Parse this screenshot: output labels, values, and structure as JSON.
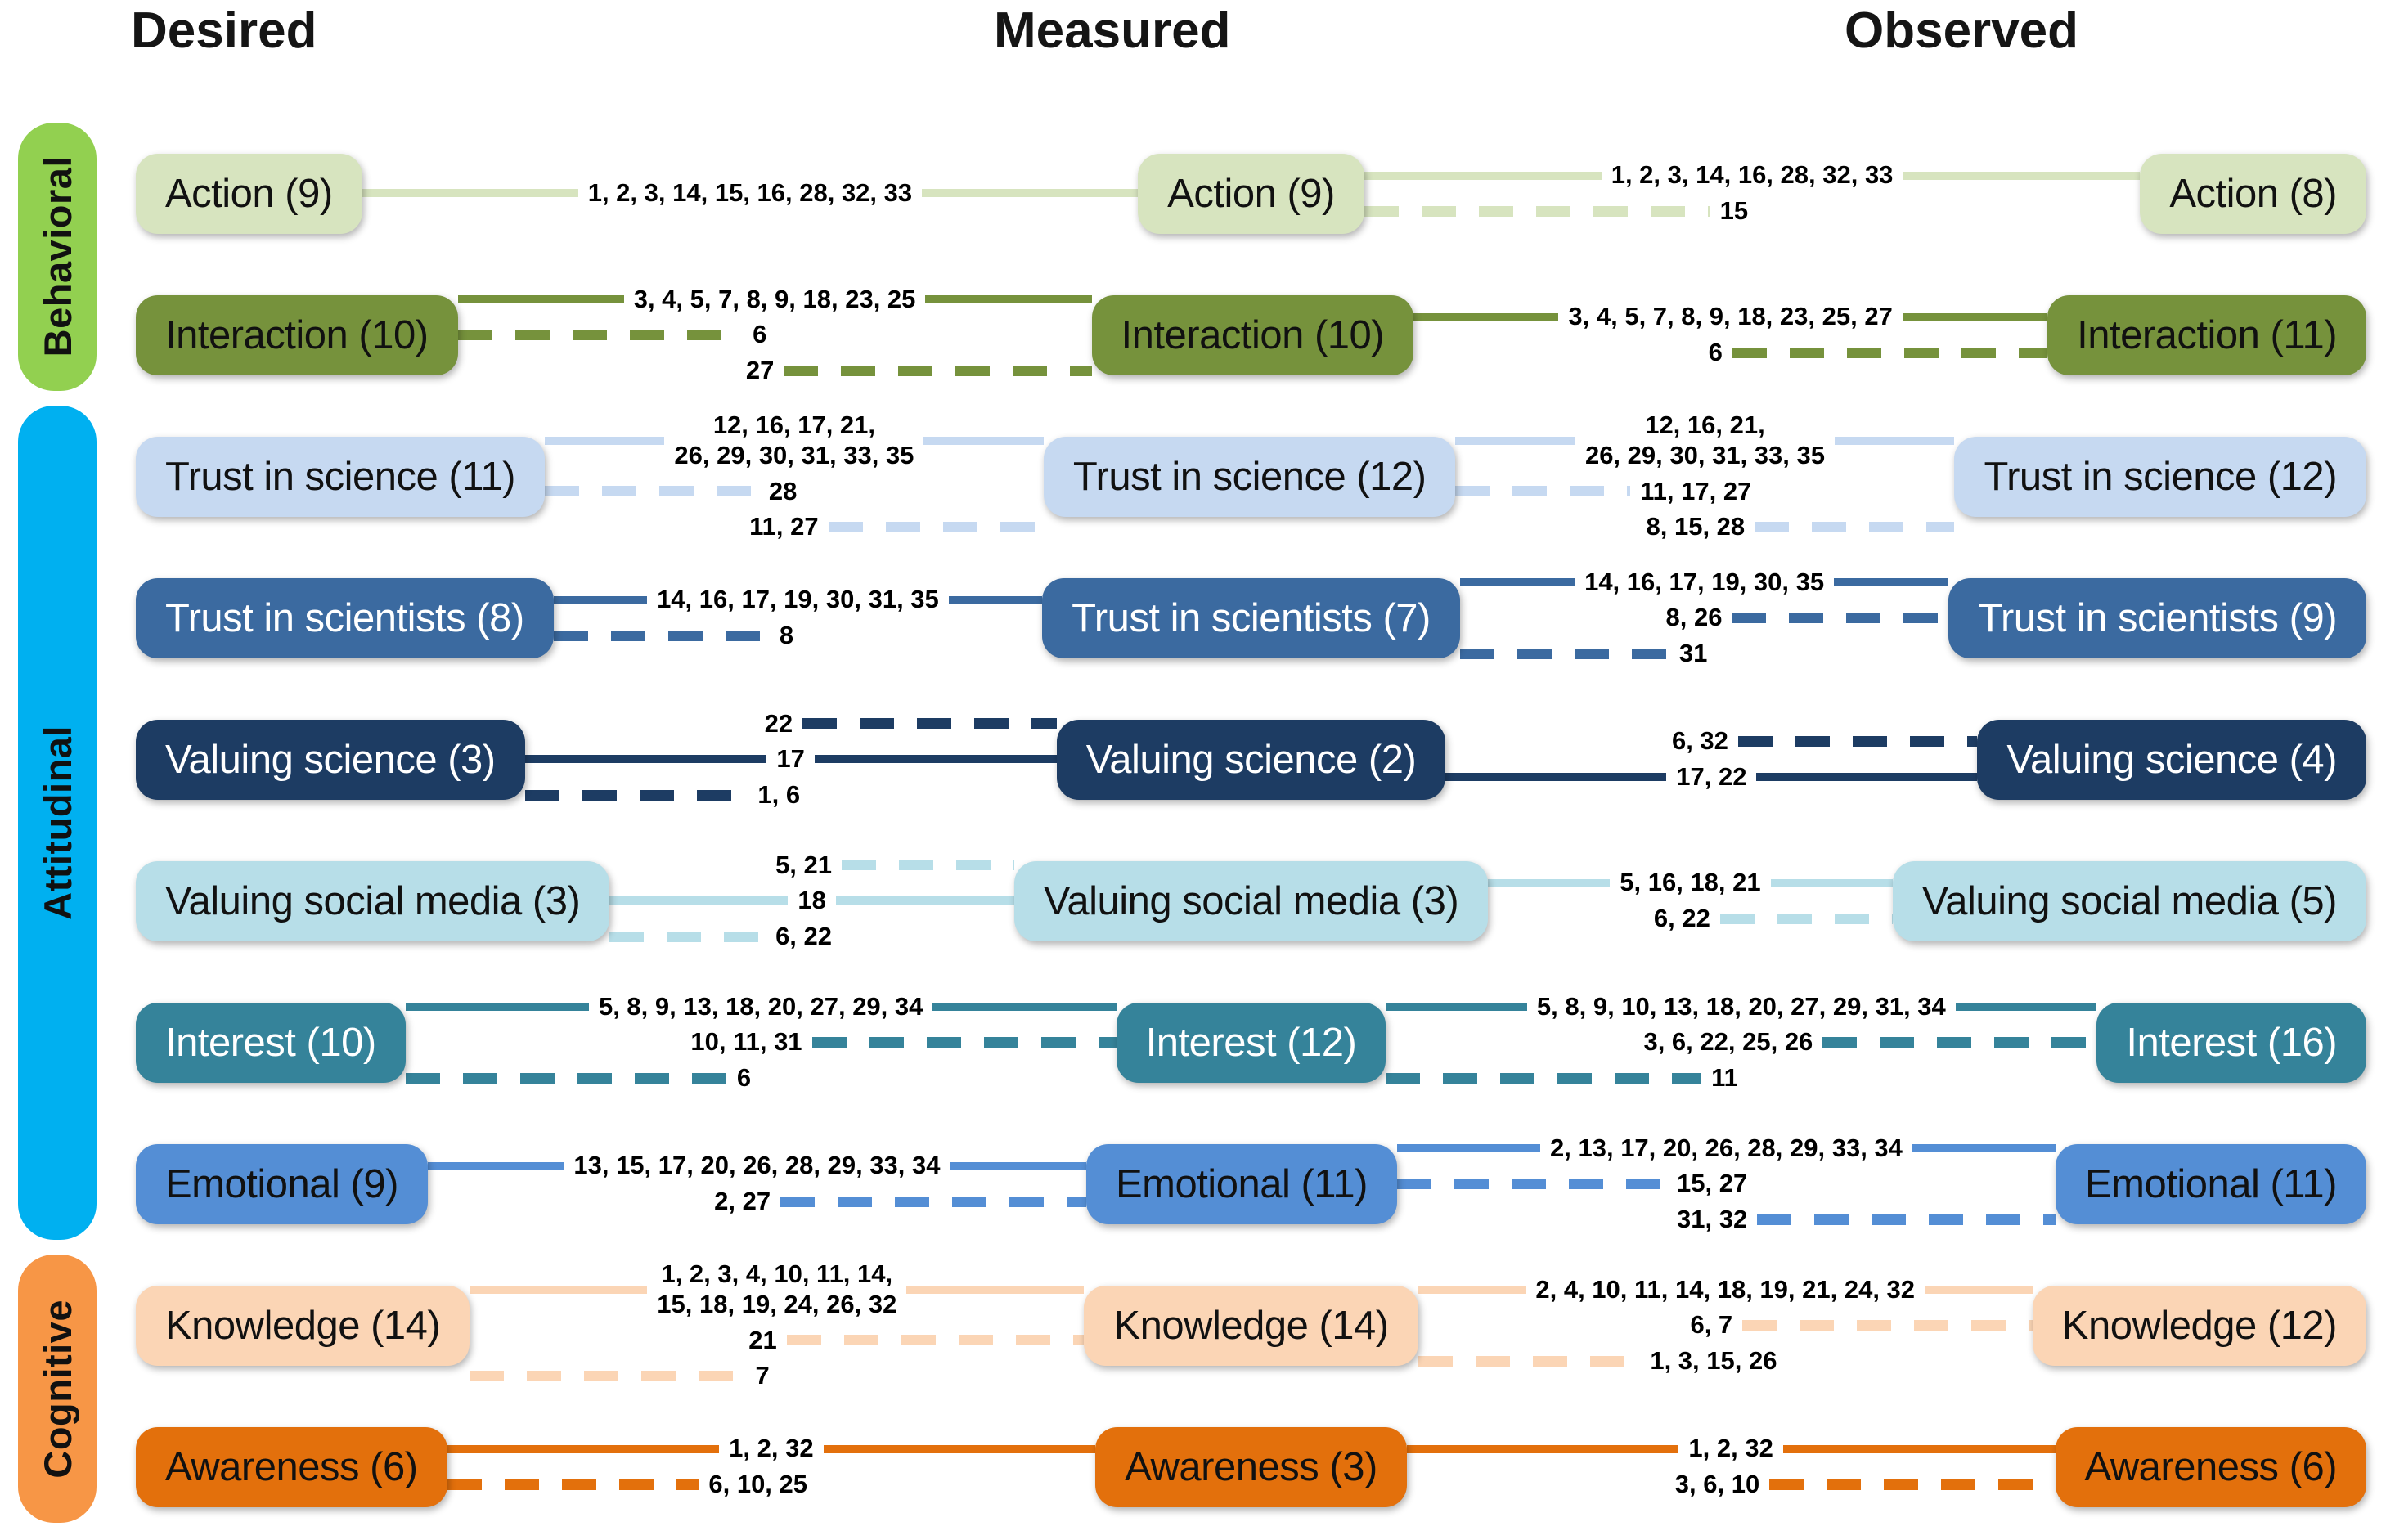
{
  "header": {
    "desired": "Desired",
    "measured": "Measured",
    "observed": "Observed"
  },
  "sidebar": [
    {
      "label": "Behavioral",
      "color": "#92d050",
      "rows": 2
    },
    {
      "label": "Attitudinal",
      "color": "#00b0f0",
      "rows": 6
    },
    {
      "label": "Cognitive",
      "color": "#f79646",
      "rows": 2
    }
  ],
  "rows": [
    {
      "name": "action",
      "color": "#d7e4bf",
      "text_color": "#111111",
      "desired": "Action (9)",
      "measured": "Action (9)",
      "observed": "Action (8)",
      "links_desired_measured": [
        {
          "label": "1, 2, 3, 14, 15, 16, 28, 32, 33",
          "style": "solid",
          "attach": "both"
        }
      ],
      "links_measured_observed": [
        {
          "label": "1, 2, 3, 14, 16, 28, 32, 33",
          "style": "solid",
          "attach": "both"
        },
        {
          "label": "15",
          "style": "dashed",
          "attach": "left"
        }
      ]
    },
    {
      "name": "interaction",
      "color": "#76923c",
      "text_color": "#111111",
      "desired": "Interaction (10)",
      "measured": "Interaction (10)",
      "observed": "Interaction (11)",
      "links_desired_measured": [
        {
          "label": "3, 4, 5, 7, 8, 9, 18, 23, 25",
          "style": "solid",
          "attach": "both"
        },
        {
          "label": "6",
          "style": "dashed",
          "attach": "left"
        },
        {
          "label": "27",
          "style": "dashed",
          "attach": "right"
        }
      ],
      "links_measured_observed": [
        {
          "label": "3, 4, 5, 7, 8, 9, 18, 23, 25, 27",
          "style": "solid",
          "attach": "both"
        },
        {
          "label": "6",
          "style": "dashed",
          "attach": "right"
        }
      ]
    },
    {
      "name": "trust-in-science",
      "color": "#c6d9f1",
      "text_color": "#111111",
      "desired": "Trust in science (11)",
      "measured": "Trust in science (12)",
      "observed": "Trust in science (12)",
      "links_desired_measured": [
        {
          "label": "12, 16, 17, 21,\n26, 29, 30, 31, 33, 35",
          "style": "solid",
          "attach": "both"
        },
        {
          "label": "28",
          "style": "dashed",
          "attach": "left"
        },
        {
          "label": "11, 27",
          "style": "dashed",
          "attach": "right"
        }
      ],
      "links_measured_observed": [
        {
          "label": "12, 16, 21,\n26, 29, 30, 31, 33, 35",
          "style": "solid",
          "attach": "both"
        },
        {
          "label": "11, 17, 27",
          "style": "dashed",
          "attach": "left"
        },
        {
          "label": "8, 15, 28",
          "style": "dashed",
          "attach": "right"
        }
      ]
    },
    {
      "name": "trust-in-scientists",
      "color": "#3b6aa0",
      "text_color": "#ffffff",
      "desired": "Trust in scientists (8)",
      "measured": "Trust in scientists (7)",
      "observed": "Trust in scientists (9)",
      "links_desired_measured": [
        {
          "label": "14, 16, 17, 19, 30, 31, 35",
          "style": "solid",
          "attach": "both"
        },
        {
          "label": "8",
          "style": "dashed",
          "attach": "left"
        }
      ],
      "links_measured_observed": [
        {
          "label": "14, 16, 17, 19, 30, 35",
          "style": "solid",
          "attach": "both"
        },
        {
          "label": "8, 26",
          "style": "dashed",
          "attach": "right"
        },
        {
          "label": "31",
          "style": "dashed",
          "attach": "left"
        }
      ]
    },
    {
      "name": "valuing-science",
      "color": "#1d3c63",
      "text_color": "#ffffff",
      "desired": "Valuing science (3)",
      "measured": "Valuing science (2)",
      "observed": "Valuing science (4)",
      "links_desired_measured": [
        {
          "label": "22",
          "style": "dashed",
          "attach": "right"
        },
        {
          "label": "17",
          "style": "solid",
          "attach": "both"
        },
        {
          "label": "1, 6",
          "style": "dashed",
          "attach": "left"
        }
      ],
      "links_measured_observed": [
        {
          "label": "6, 32",
          "style": "dashed",
          "attach": "right"
        },
        {
          "label": "17, 22",
          "style": "solid",
          "attach": "both"
        }
      ]
    },
    {
      "name": "valuing-social-media",
      "color": "#b7dee8",
      "text_color": "#111111",
      "desired": "Valuing social media (3)",
      "measured": "Valuing social media (3)",
      "observed": "Valuing social media (5)",
      "links_desired_measured": [
        {
          "label": "5, 21",
          "style": "dashed",
          "attach": "right"
        },
        {
          "label": "18",
          "style": "solid",
          "attach": "both"
        },
        {
          "label": "6, 22",
          "style": "dashed",
          "attach": "left"
        }
      ],
      "links_measured_observed": [
        {
          "label": "5, 16, 18, 21",
          "style": "solid",
          "attach": "both"
        },
        {
          "label": "6, 22",
          "style": "dashed",
          "attach": "right"
        }
      ]
    },
    {
      "name": "interest",
      "color": "#35839a",
      "text_color": "#ffffff",
      "desired": "Interest (10)",
      "measured": "Interest (12)",
      "observed": "Interest (16)",
      "links_desired_measured": [
        {
          "label": "5, 8, 9, 13, 18, 20, 27, 29, 34",
          "style": "solid",
          "attach": "both"
        },
        {
          "label": "10, 11, 31",
          "style": "dashed",
          "attach": "right"
        },
        {
          "label": "6",
          "style": "dashed",
          "attach": "left"
        }
      ],
      "links_measured_observed": [
        {
          "label": "5, 8, 9, 10, 13, 18, 20, 27, 29, 31, 34",
          "style": "solid",
          "attach": "both"
        },
        {
          "label": "3, 6, 22, 25, 26",
          "style": "dashed",
          "attach": "right"
        },
        {
          "label": "11",
          "style": "dashed",
          "attach": "left"
        }
      ]
    },
    {
      "name": "emotional",
      "color": "#548ed5",
      "text_color": "#111111",
      "desired": "Emotional (9)",
      "measured": "Emotional (11)",
      "observed": "Emotional (11)",
      "links_desired_measured": [
        {
          "label": "13, 15, 17, 20, 26, 28, 29, 33, 34",
          "style": "solid",
          "attach": "both"
        },
        {
          "label": "2, 27",
          "style": "dashed",
          "attach": "right"
        }
      ],
      "links_measured_observed": [
        {
          "label": "2, 13, 17, 20, 26, 28, 29, 33, 34",
          "style": "solid",
          "attach": "both"
        },
        {
          "label": "15, 27",
          "style": "dashed",
          "attach": "left"
        },
        {
          "label": "31, 32",
          "style": "dashed",
          "attach": "right"
        }
      ]
    },
    {
      "name": "knowledge",
      "color": "#fbd5b5",
      "text_color": "#111111",
      "desired": "Knowledge (14)",
      "measured": "Knowledge (14)",
      "observed": "Knowledge (12)",
      "links_desired_measured": [
        {
          "label": "1, 2, 3, 4, 10, 11, 14,\n15, 18, 19, 24, 26, 32",
          "style": "solid",
          "attach": "both"
        },
        {
          "label": "21",
          "style": "dashed",
          "attach": "right"
        },
        {
          "label": "7",
          "style": "dashed",
          "attach": "left"
        }
      ],
      "links_measured_observed": [
        {
          "label": "2, 4, 10, 11, 14, 18, 19, 21, 24, 32",
          "style": "solid",
          "attach": "both"
        },
        {
          "label": "6, 7",
          "style": "dashed",
          "attach": "right"
        },
        {
          "label": "1, 3, 15, 26",
          "style": "dashed",
          "attach": "left"
        }
      ]
    },
    {
      "name": "awareness",
      "color": "#e3700c",
      "text_color": "#111111",
      "desired": "Awareness (6)",
      "measured": "Awareness (3)",
      "observed": "Awareness (6)",
      "links_desired_measured": [
        {
          "label": "1, 2, 32",
          "style": "solid",
          "attach": "both"
        },
        {
          "label": "6, 10, 25",
          "style": "dashed",
          "attach": "left"
        }
      ],
      "links_measured_observed": [
        {
          "label": "1, 2, 32",
          "style": "solid",
          "attach": "both"
        },
        {
          "label": "3, 6, 10",
          "style": "dashed",
          "attach": "right"
        }
      ]
    }
  ]
}
